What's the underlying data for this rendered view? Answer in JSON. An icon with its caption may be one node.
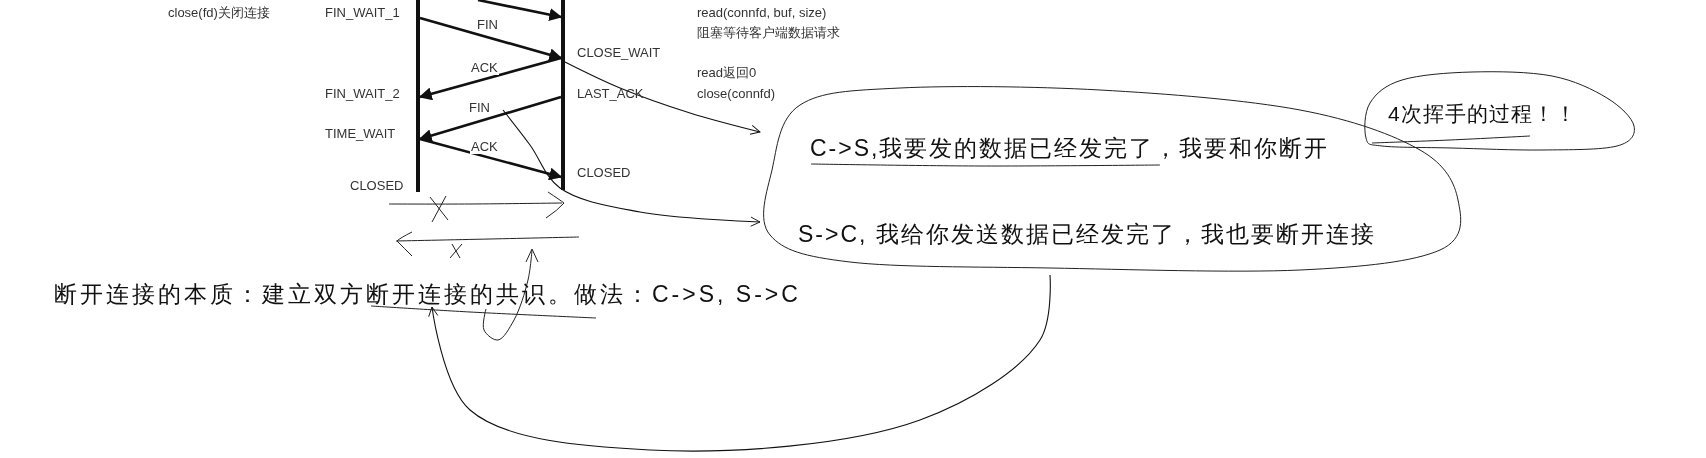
{
  "diagram": {
    "nodes": [
      {
        "text": [],
        "shape": "bar"
      },
      {
        "text": [],
        "shape": "bar"
      },
      {
        "text": [
          "C->S,我要发的数据已经发完了，我要和你断开",
          "S->C, 我给你发送数据已经发完了，我也要断开连接"
        ]
      },
      {
        "text": [
          "4次挥手的过程！！"
        ]
      },
      {
        "text": [
          "断开连接的本质：建立双方断开连接的共识。做法：C->S, S->C"
        ]
      }
    ],
    "edges": [
      {
        "from": null,
        "to": 1,
        "arrow": "to"
      },
      {
        "from": 0,
        "to": 1,
        "arrow": "to",
        "label": "FIN"
      },
      {
        "from": 1,
        "to": 0,
        "arrow": "to",
        "label": "ACK"
      },
      {
        "from": 1,
        "to": 0,
        "arrow": "to",
        "label": "FIN"
      },
      {
        "from": 0,
        "to": 1,
        "arrow": "to",
        "label": "ACK"
      },
      {
        "from": 1,
        "to": 2,
        "arrow": "to"
      },
      {
        "from": null,
        "to": 2,
        "arrow": "to"
      },
      {
        "from": 2,
        "to": 4,
        "arrow": "to"
      }
    ],
    "labels": [
      "close(fd)关闭连接",
      "FIN_WAIT_1",
      "read(connfd, buf, size)",
      "阻塞等待客户端数据请求",
      "CLOSE_WAIT",
      "read返回0",
      "FIN_WAIT_2",
      "LAST_ACK",
      "close(connfd)",
      "TIME_WAIT",
      "CLOSED",
      "CLOSED"
    ]
  }
}
